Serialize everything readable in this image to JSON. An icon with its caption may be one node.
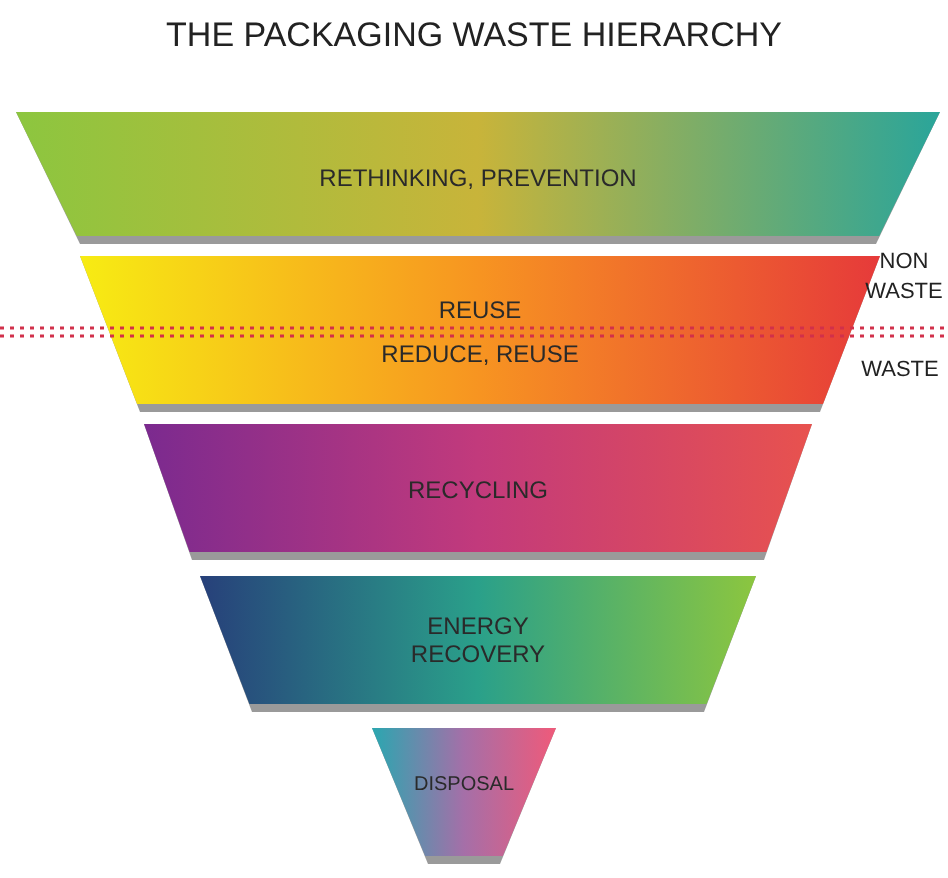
{
  "diagram": {
    "title": "THE PACKAGING WASTE HIERARCHY",
    "nodes": [
      {
        "text": [
          "RETHINKING, PREVENTION"
        ]
      },
      {
        "text": [
          "REUSE",
          "REDUCE, REUSE"
        ]
      },
      {
        "text": [
          "RECYCLING"
        ]
      },
      {
        "text": [
          "ENERGY RECOVERY"
        ]
      },
      {
        "text": [
          "DISPOSAL"
        ]
      }
    ],
    "edges": [],
    "labels": [
      "NON WASTE",
      "WASTE"
    ]
  }
}
